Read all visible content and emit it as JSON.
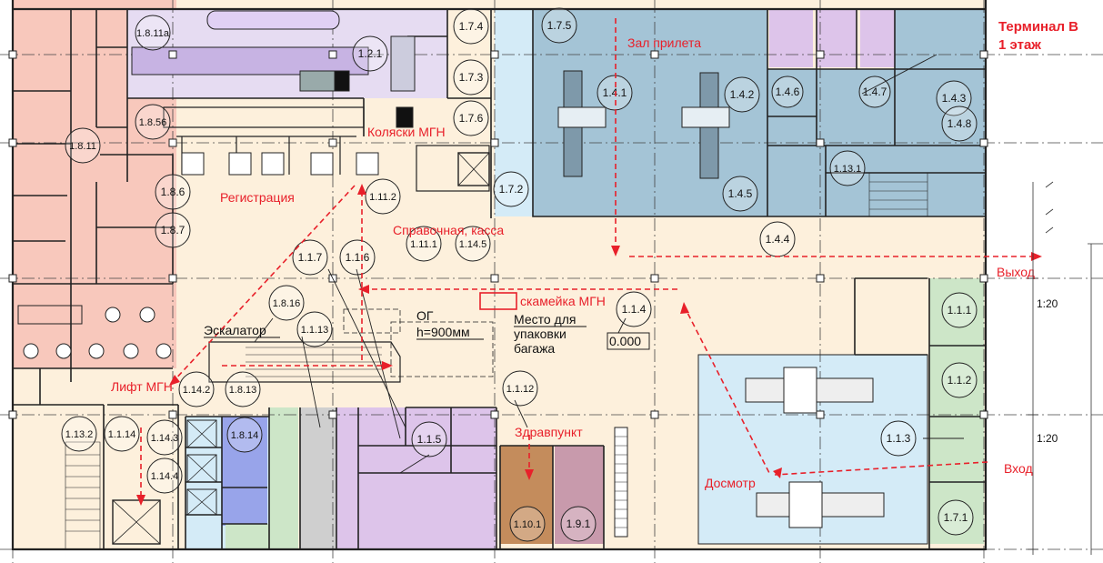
{
  "title": {
    "line1": "Терминал В",
    "line2": "1 этаж"
  },
  "colors": {
    "reg_zone": "#fdf0dc",
    "office_pink": "#f8c8bc",
    "purple_zone": "#e6dcf2",
    "blue_zone": "#a4c4d6",
    "light_blue": "#d4ebf7",
    "green": "#cde6c8",
    "violet": "#ddc4ea",
    "lift_blue": "#98a4ea",
    "brown": "#c48c5c",
    "mauve": "#c89aac",
    "grey": "#cfcfcf",
    "annotation_red": "#e8202a"
  },
  "rooms": [
    "1.8.11а",
    "1.2.1",
    "1.7.4",
    "1.7.5",
    "1.7.3",
    "1.8.56",
    "1.7.6",
    "1.8.11",
    "1.4.1",
    "1.4.2",
    "1.4.6",
    "1.4.7",
    "1.4.3",
    "1.4.8",
    "1.8.6",
    "1.8.7",
    "1.11.2",
    "1.7.2",
    "1.13.1",
    "1.4.5",
    "1.4.4",
    "1.11.1",
    "1.14.5",
    "1.1.7",
    "1.1.6",
    "1.8.16",
    "1.1.13",
    "1.1.4",
    "1.1.1",
    "1.1.2",
    "1.1.3",
    "1.14.2",
    "1.8.13",
    "1.1.12",
    "1.13.2",
    "1.1.14",
    "1.14.3",
    "1.8.14",
    "1.1.5",
    "1.14.4",
    "1.10.1",
    "1.9.1",
    "1.7.1"
  ],
  "labels": {
    "arrival_hall": "Зал прилета",
    "strollers": "Коляски МГН",
    "checkin": "Регистрация",
    "info_desk": "Справочная, касса",
    "exit": "Выход",
    "bench": "скамейка МГН",
    "og": "ОГ",
    "og_height": "h=900мм",
    "baggage_1": "Место для",
    "baggage_2": "упаковки",
    "baggage_3": "багажа",
    "level_mark": "0.000",
    "escalator": "Эскалатор",
    "lift": "Лифт МГН",
    "medical": "Здравпункт",
    "entrance": "Вход",
    "security": "Досмотр",
    "scale_1": "1:20",
    "scale_2": "1:20"
  }
}
